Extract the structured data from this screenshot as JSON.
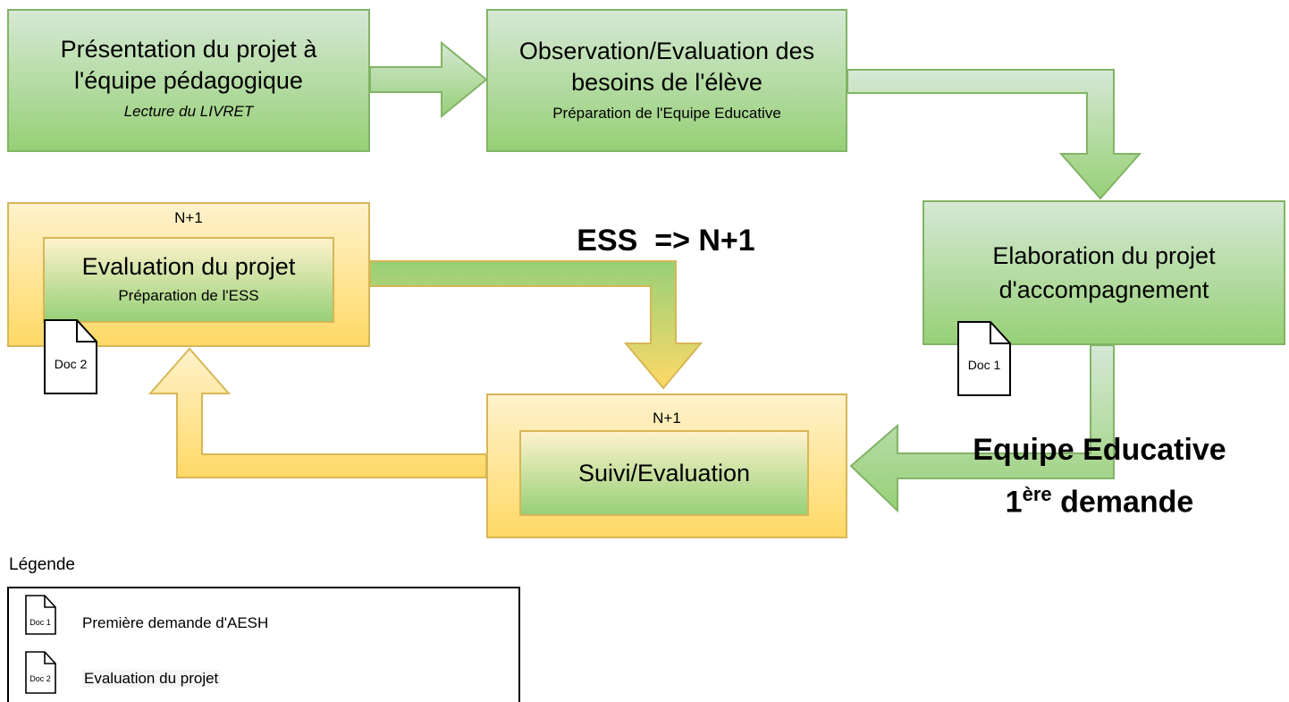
{
  "nodes": {
    "presentation": {
      "title": "Présentation du projet à l'équipe pédagogique",
      "subtitle": "Lecture du LIVRET"
    },
    "observation": {
      "title": "Observation/Evaluation des besoins de l'élève",
      "subtitle": "Préparation de l'Equipe Educative"
    },
    "elaboration": {
      "title": "Elaboration du projet d'accompagnement"
    },
    "evaluation_outer": {
      "tag": "N+1"
    },
    "evaluation_inner": {
      "title": "Evaluation du projet",
      "subtitle": "Préparation de l'ESS"
    },
    "suivi_outer": {
      "tag": "N+1"
    },
    "suivi_inner": {
      "title": "Suivi/Evaluation"
    }
  },
  "documents": {
    "doc1": "Doc 1",
    "doc2": "Doc 2"
  },
  "edge_labels": {
    "ess": "ESS  => N+1",
    "equipe_line1": "Equipe Educative",
    "equipe_line2_base": "1",
    "equipe_line2_sup": "ère",
    "equipe_line2_rest": " demande"
  },
  "legend": {
    "title": "Légende",
    "items": [
      {
        "doc": "Doc 1",
        "text": "Première demande d'AESH"
      },
      {
        "doc": "Doc 2",
        "text": "Evaluation du projet"
      }
    ]
  },
  "colors": {
    "green_fill_top": "#d5e8d4",
    "green_fill_bottom": "#97d077",
    "green_stroke": "#82b366",
    "yellow_fill_top": "#fff2cc",
    "yellow_fill_bottom": "#ffd966",
    "yellow_stroke": "#d6b656"
  }
}
